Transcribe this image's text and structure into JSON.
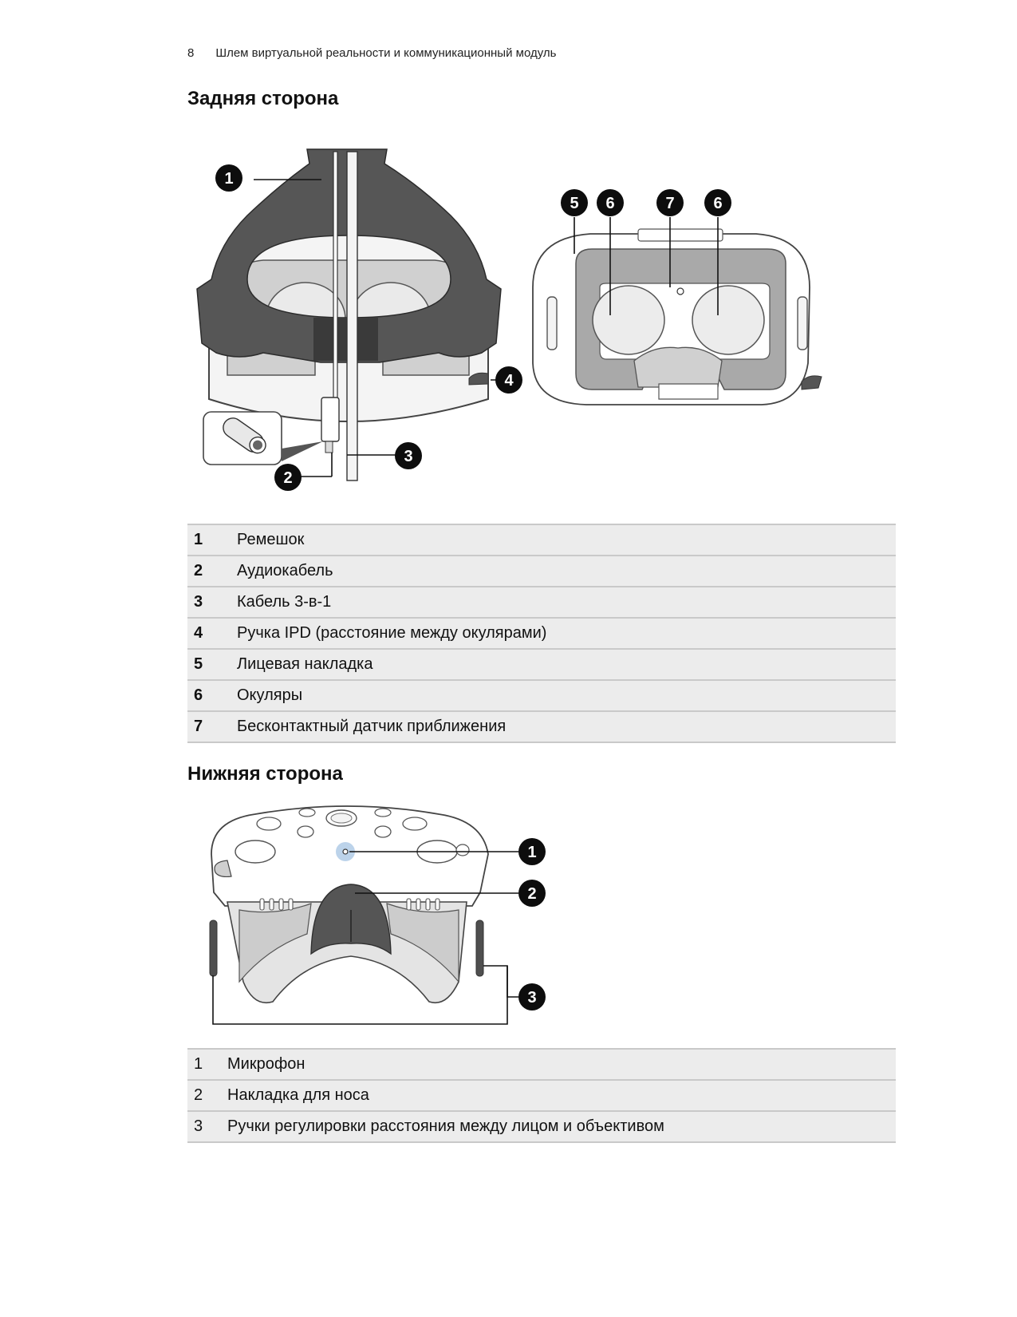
{
  "header": {
    "page_number": "8",
    "title": "Шлем виртуальной реальности и коммуникационный модуль"
  },
  "back_section": {
    "title": "Задняя сторона",
    "callouts": [
      "1",
      "2",
      "3",
      "4",
      "5",
      "6",
      "7",
      "6"
    ],
    "parts": [
      {
        "num": "1",
        "label": "Ремешок"
      },
      {
        "num": "2",
        "label": "Аудиокабель"
      },
      {
        "num": "3",
        "label": "Кабель 3-в-1"
      },
      {
        "num": "4",
        "label": "Ручка IPD (расстояние между окулярами)"
      },
      {
        "num": "5",
        "label": "Лицевая накладка"
      },
      {
        "num": "6",
        "label": "Окуляры"
      },
      {
        "num": "7",
        "label": "Бесконтактный датчик приближения"
      }
    ]
  },
  "bottom_section": {
    "title": "Нижняя сторона",
    "callouts": [
      "1",
      "2",
      "3"
    ],
    "parts": [
      {
        "num": "1",
        "label": "Микрофон"
      },
      {
        "num": "2",
        "label": "Накладка для носа"
      },
      {
        "num": "3",
        "label": "Ручки регулировки расстояния между лицом и объективом"
      }
    ]
  },
  "colors": {
    "strap": "#555555",
    "pad": "#a9a9a9",
    "lens": "#e9e9e9",
    "table_row": "#ececec",
    "mic_highlight": "#bcd3ea"
  }
}
